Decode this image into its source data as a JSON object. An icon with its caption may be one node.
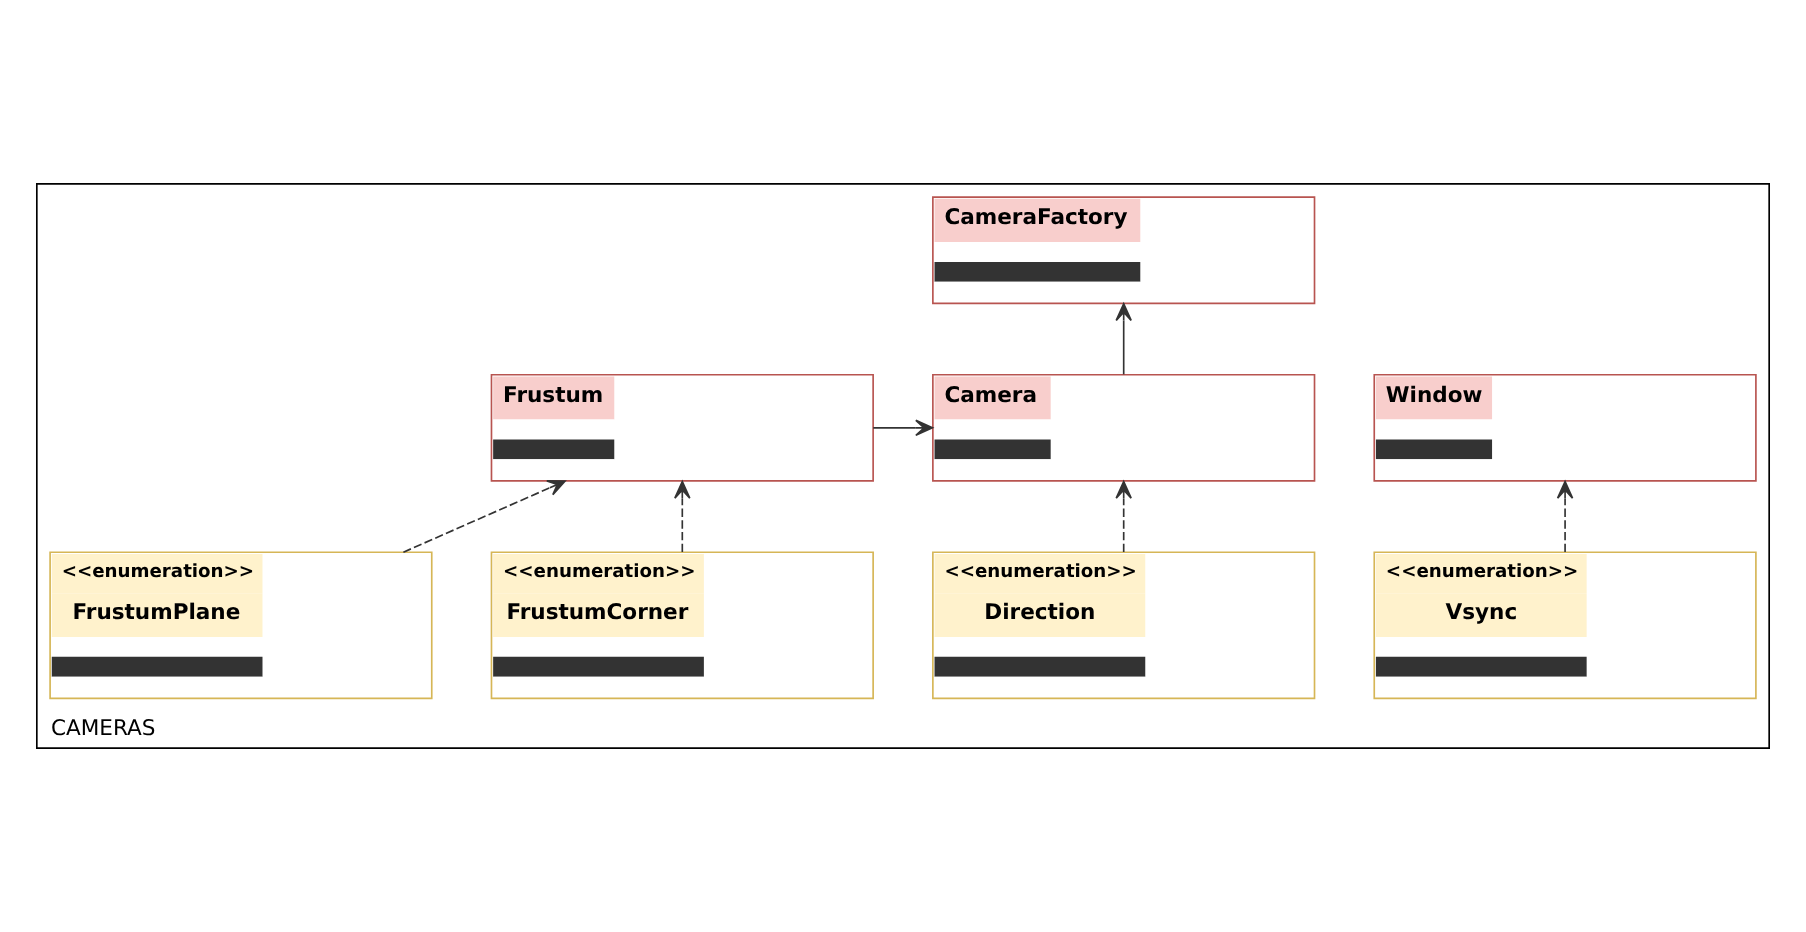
{
  "diagram": {
    "nodes": [
      {
        "text": [
          "CAMERAS"
        ]
      },
      {
        "text": [
          "CameraFactory"
        ],
        "in": 0
      },
      {
        "text": [
          "Window"
        ],
        "in": 0
      },
      {
        "text": [
          "Camera"
        ],
        "in": 0
      },
      {
        "text": [
          "Frustum"
        ],
        "in": 0
      },
      {
        "text": [
          "<<enumeration>>",
          "Vsync"
        ],
        "in": 0
      },
      {
        "text": [
          "<<enumeration>>",
          "Direction"
        ],
        "in": 0
      },
      {
        "text": [
          "<<enumeration>>",
          "FrustumCorner"
        ],
        "in": 0
      },
      {
        "text": [
          "<<enumeration>>",
          "FrustumPlane"
        ],
        "in": 0
      }
    ],
    "edges": [
      {
        "from": 3,
        "to": 1,
        "arrow": "to"
      },
      {
        "from": 4,
        "to": 3,
        "arrow": "to"
      },
      {
        "from": 5,
        "to": 2,
        "arrow": "to",
        "style": "dashed"
      },
      {
        "from": 6,
        "to": 3,
        "arrow": "to",
        "style": "dashed"
      },
      {
        "from": 7,
        "to": 4,
        "arrow": "to",
        "style": "dashed"
      },
      {
        "from": 8,
        "to": 4,
        "arrow": "to",
        "style": "dashed"
      }
    ]
  }
}
